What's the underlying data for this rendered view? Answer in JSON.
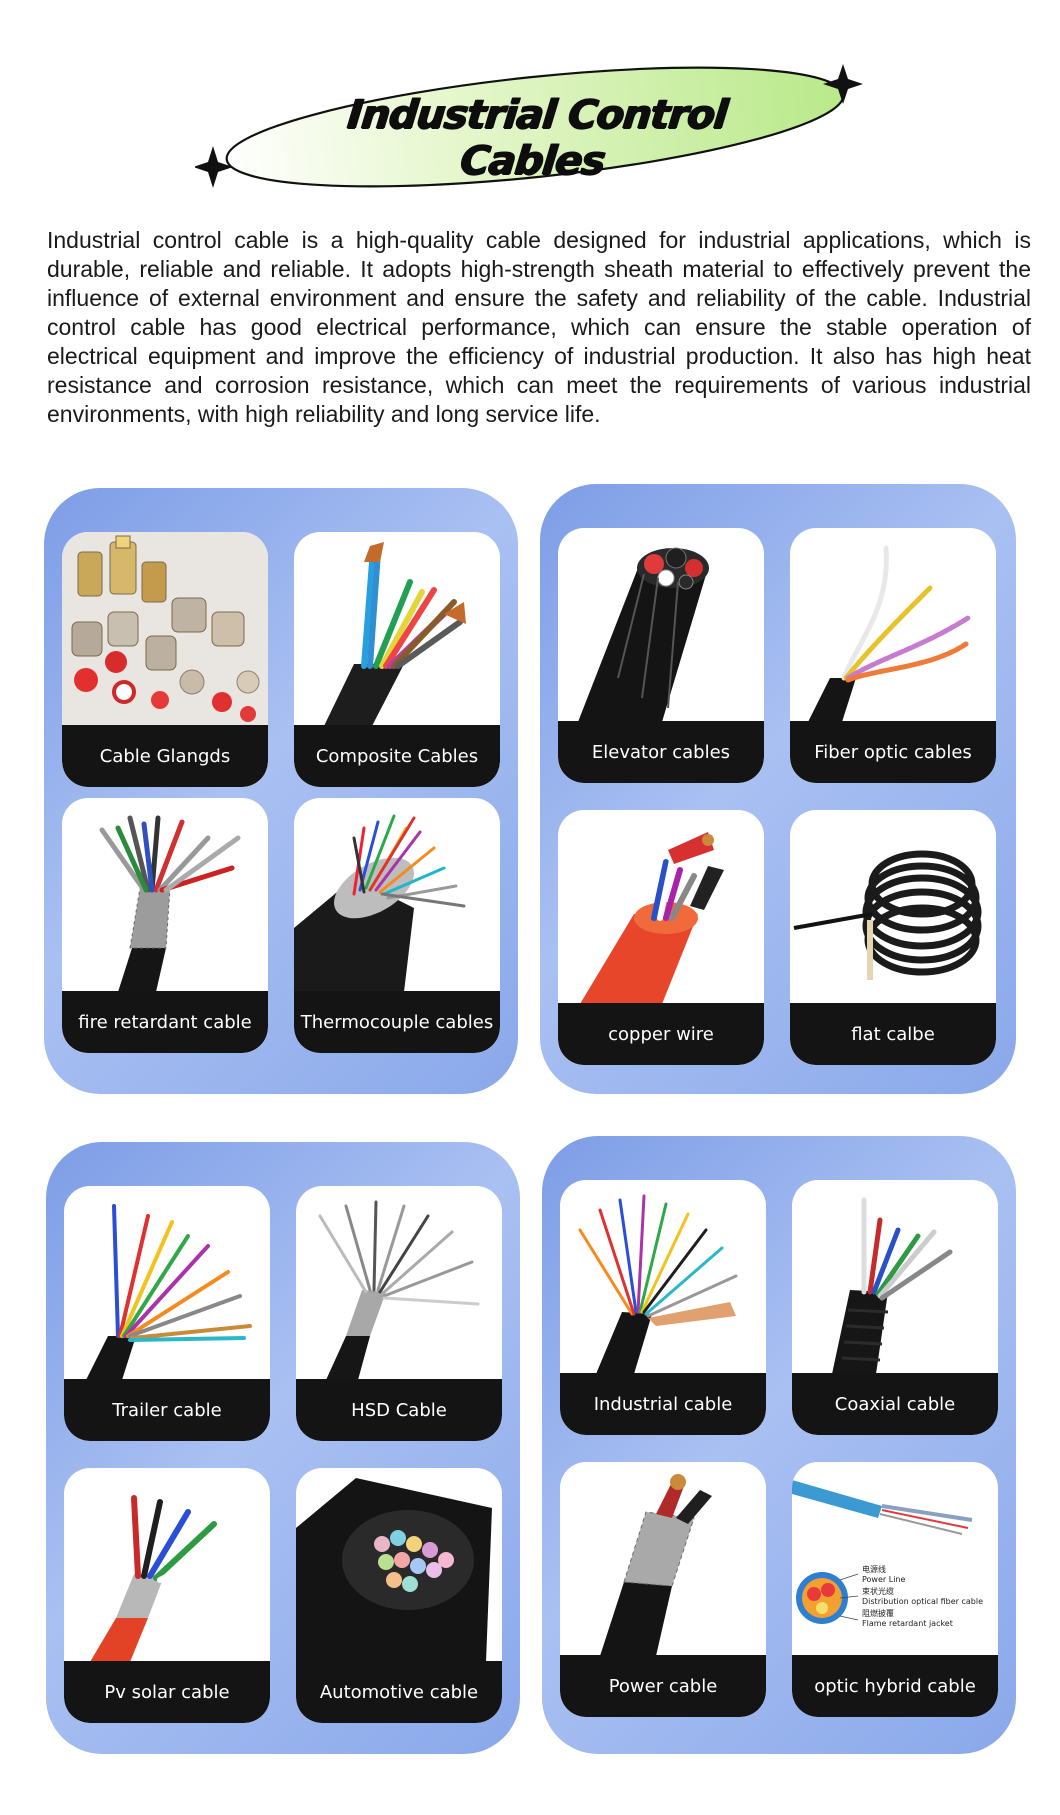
{
  "header": {
    "title": "Industrial Control Cables"
  },
  "intro": {
    "text": "Industrial control cable is a high-quality cable designed for industrial applications, which is durable, reliable and reliable. It adopts high-strength sheath material to effectively prevent the influence of external environment and ensure the safety and reliability of the cable. Industrial control cable has good electrical performance, which can ensure the stable operation of electrical equipment and improve the efficiency of industrial production. It also has high heat resistance and corrosion resistance, which can meet the requirements of various industrial environments, with high reliability and long service life."
  },
  "products": {
    "p1": [
      "Cable  Glangds",
      "Composite Cables",
      "fire retardant cable",
      "Thermocouple cables"
    ],
    "p2": [
      "Elevator cables",
      "Fiber optic cables",
      "copper wire",
      "flat calbe"
    ],
    "p3": [
      "Trailer cable",
      "HSD  Cable",
      "Pv  solar cable",
      "Automotive cable"
    ],
    "p4": [
      "Industrial cable",
      "Coaxial cable",
      "Power cable",
      "optic hybrid cable"
    ]
  },
  "diagram": {
    "power_line_cn": "电源线",
    "power_line": "Power Line",
    "fiber_cn": "束状光缆",
    "fiber": "Distribution optical fiber cable",
    "jacket_cn": "阻燃披覆",
    "jacket": "Flame retardant jacket"
  },
  "colors": {
    "panel_gradient": [
      "#7d9de6",
      "#a9c0f2",
      "#8aa8ea"
    ],
    "label_bg": "#141414",
    "banner_gradient": [
      "#c8ef9a",
      "#f4fbe9"
    ]
  }
}
